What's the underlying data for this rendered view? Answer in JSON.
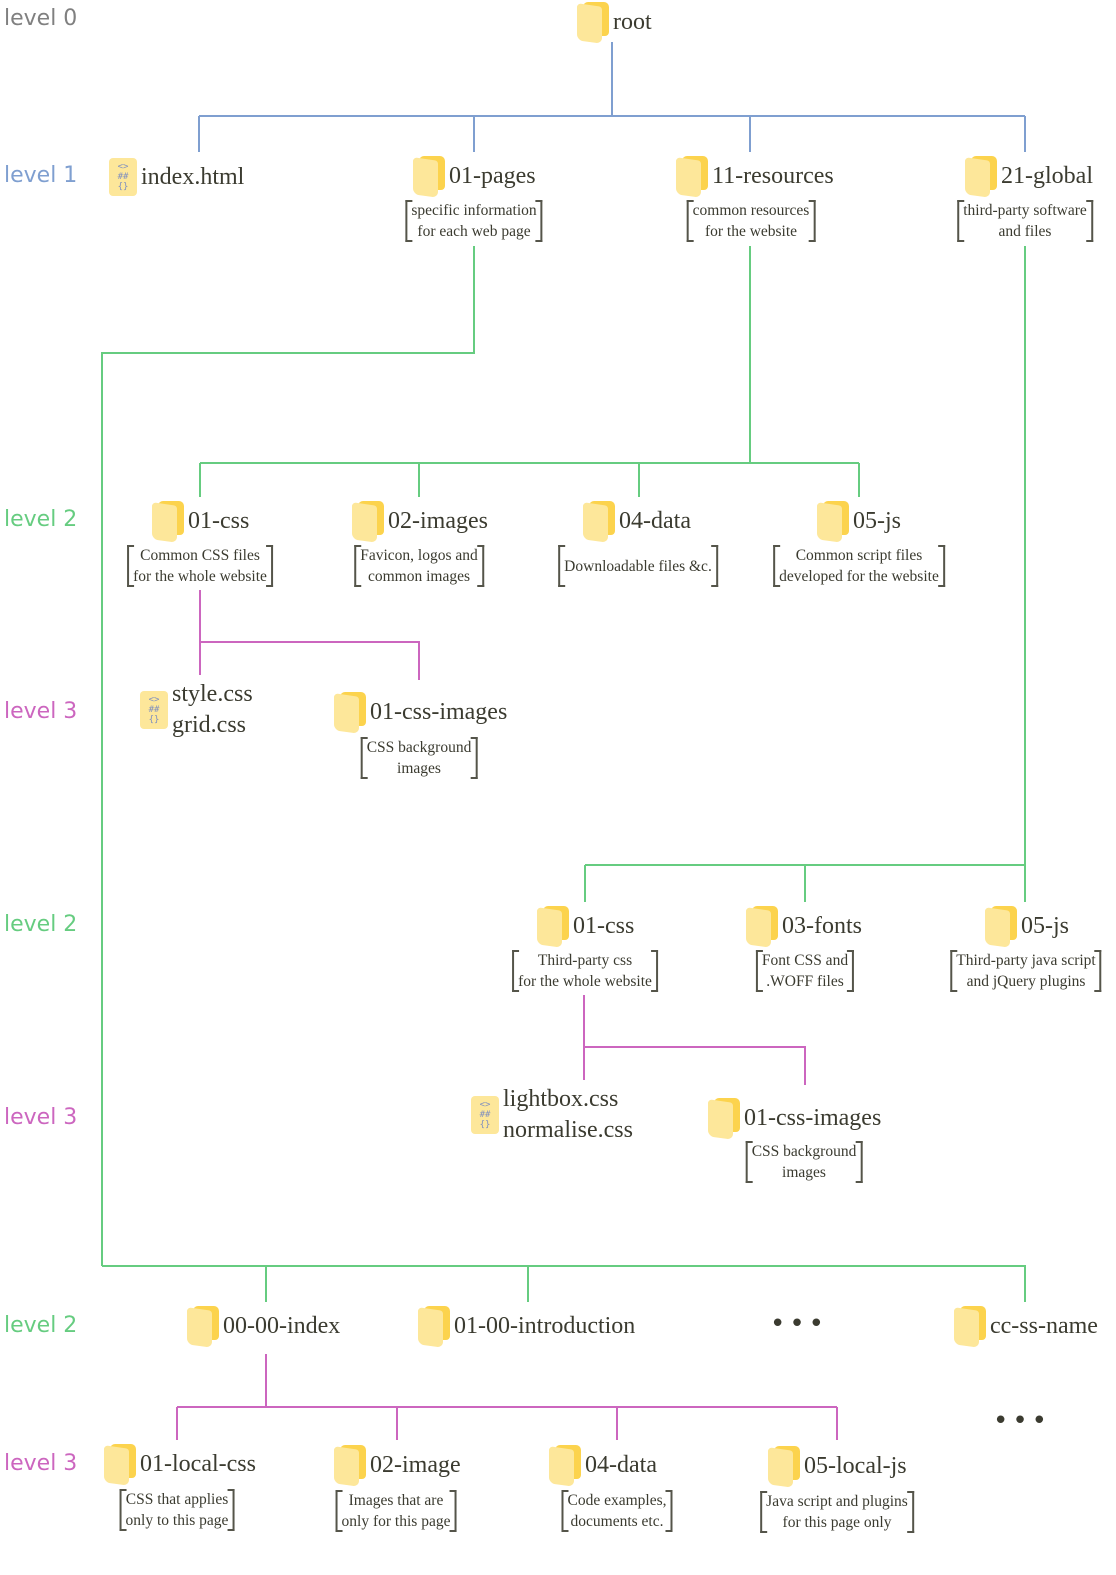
{
  "colors": {
    "level0": "#808080",
    "level1": "#7f9fd0",
    "level2": "#66cc80",
    "level3": "#cc66bf",
    "folder_front": "#fde79a",
    "folder_back": "#fcd34d",
    "text": "#3b3b30"
  },
  "levels": [
    {
      "label": "level 0",
      "color_key": "level0"
    },
    {
      "label": "level 1",
      "color_key": "level1"
    },
    {
      "label": "level 2",
      "color_key": "level2"
    },
    {
      "label": "level 3",
      "color_key": "level3"
    },
    {
      "label": "level 2",
      "color_key": "level2"
    },
    {
      "label": "level 3",
      "color_key": "level3"
    },
    {
      "label": "level 2",
      "color_key": "level2"
    },
    {
      "label": "level 3",
      "color_key": "level3"
    }
  ],
  "code_icon_glyphs": [
    "<>",
    "##",
    "{}"
  ],
  "root": {
    "name": "root",
    "icon": "folder-icon"
  },
  "level1": {
    "index_file": {
      "name": "index.html",
      "icon": "code-file-icon"
    },
    "pages": {
      "name": "01-pages",
      "desc": [
        "specific information",
        "for each web page"
      ]
    },
    "resources": {
      "name": "11-resources",
      "desc": [
        "common resources",
        "for the website"
      ]
    },
    "global": {
      "name": "21-global",
      "desc": [
        "third-party software",
        "and files"
      ]
    }
  },
  "resources_children": [
    {
      "name": "01-css",
      "desc": [
        "Common CSS files",
        "for the whole website"
      ]
    },
    {
      "name": "02-images",
      "desc": [
        "Favicon, logos and",
        "common images"
      ]
    },
    {
      "name": "04-data",
      "desc": [
        "Downloadable files &c."
      ]
    },
    {
      "name": "05-js",
      "desc": [
        "Common script files",
        "developed for the website"
      ]
    }
  ],
  "resources_css_children": {
    "files": [
      "style.css",
      "grid.css"
    ],
    "folder": {
      "name": "01-css-images",
      "desc": [
        "CSS background",
        "images"
      ]
    }
  },
  "global_children": [
    {
      "name": "01-css",
      "desc": [
        "Third-party css",
        "for the whole website"
      ]
    },
    {
      "name": "03-fonts",
      "desc": [
        "Font CSS and",
        ".WOFF files"
      ]
    },
    {
      "name": "05-js",
      "desc": [
        "Third-party java script",
        "and jQuery plugins"
      ]
    }
  ],
  "global_css_children": {
    "files": [
      "lightbox.css",
      "normalise.css"
    ],
    "folder": {
      "name": "01-css-images",
      "desc": [
        "CSS background",
        "images"
      ]
    }
  },
  "pages_children": [
    {
      "name": "00-00-index"
    },
    {
      "name": "01-00-introduction"
    },
    {
      "name": "cc-ss-name"
    }
  ],
  "ellipsis": "•••",
  "page_index_children": [
    {
      "name": "01-local-css",
      "desc": [
        "CSS that applies",
        "only to this page"
      ]
    },
    {
      "name": "02-image",
      "desc": [
        "Images that are",
        "only for this page"
      ]
    },
    {
      "name": "04-data",
      "desc": [
        "Code examples,",
        "documents etc."
      ]
    },
    {
      "name": "05-local-js",
      "desc": [
        "Java script and plugins",
        "for this page only"
      ]
    }
  ]
}
